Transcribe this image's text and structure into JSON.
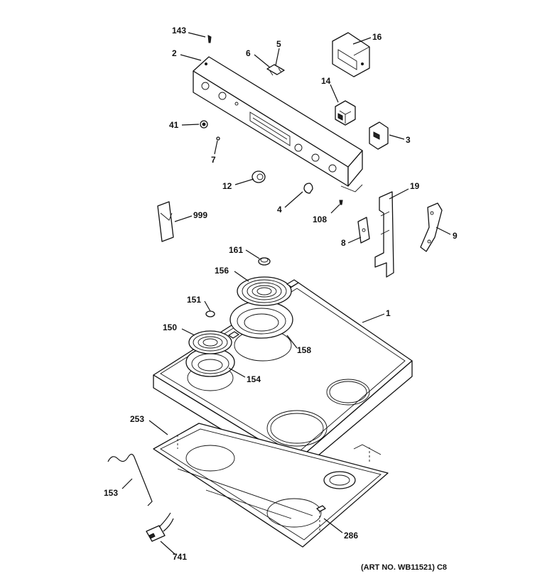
{
  "callouts": {
    "c143": "143",
    "c2": "2",
    "c6": "6",
    "c5": "5",
    "c16": "16",
    "c14": "14",
    "c3": "3",
    "c41": "41",
    "c7": "7",
    "c12": "12",
    "c4": "4",
    "c108": "108",
    "c19": "19",
    "c8": "8",
    "c9": "9",
    "c999": "999",
    "c161": "161",
    "c156": "156",
    "c151": "151",
    "c1": "1",
    "c150": "150",
    "c158": "158",
    "c154": "154",
    "c253": "253",
    "c153": "153",
    "c286": "286",
    "c741": "741"
  },
  "art_number": "(ART NO. WB11521) C8"
}
